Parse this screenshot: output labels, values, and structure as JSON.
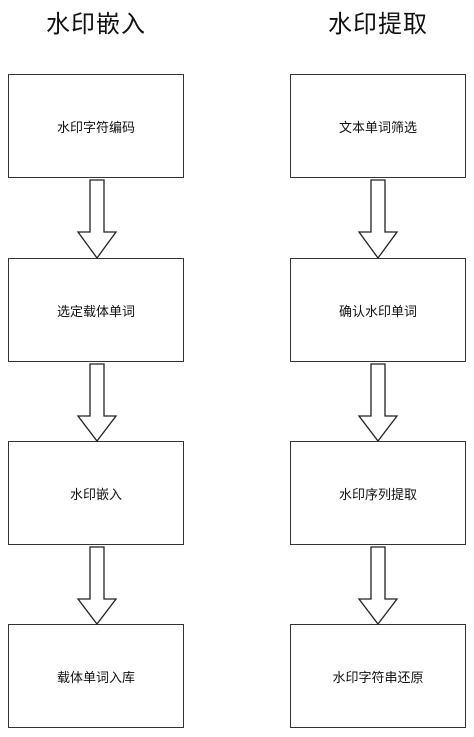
{
  "columns": [
    {
      "title": "水印嵌入",
      "steps": [
        "水印字符编码",
        "选定载体单词",
        "水印嵌入",
        "载体单词入库"
      ]
    },
    {
      "title": "水印提取",
      "steps": [
        "文本单词筛选",
        "确认水印单词",
        "水印序列提取",
        "水印字符串还原"
      ]
    }
  ]
}
